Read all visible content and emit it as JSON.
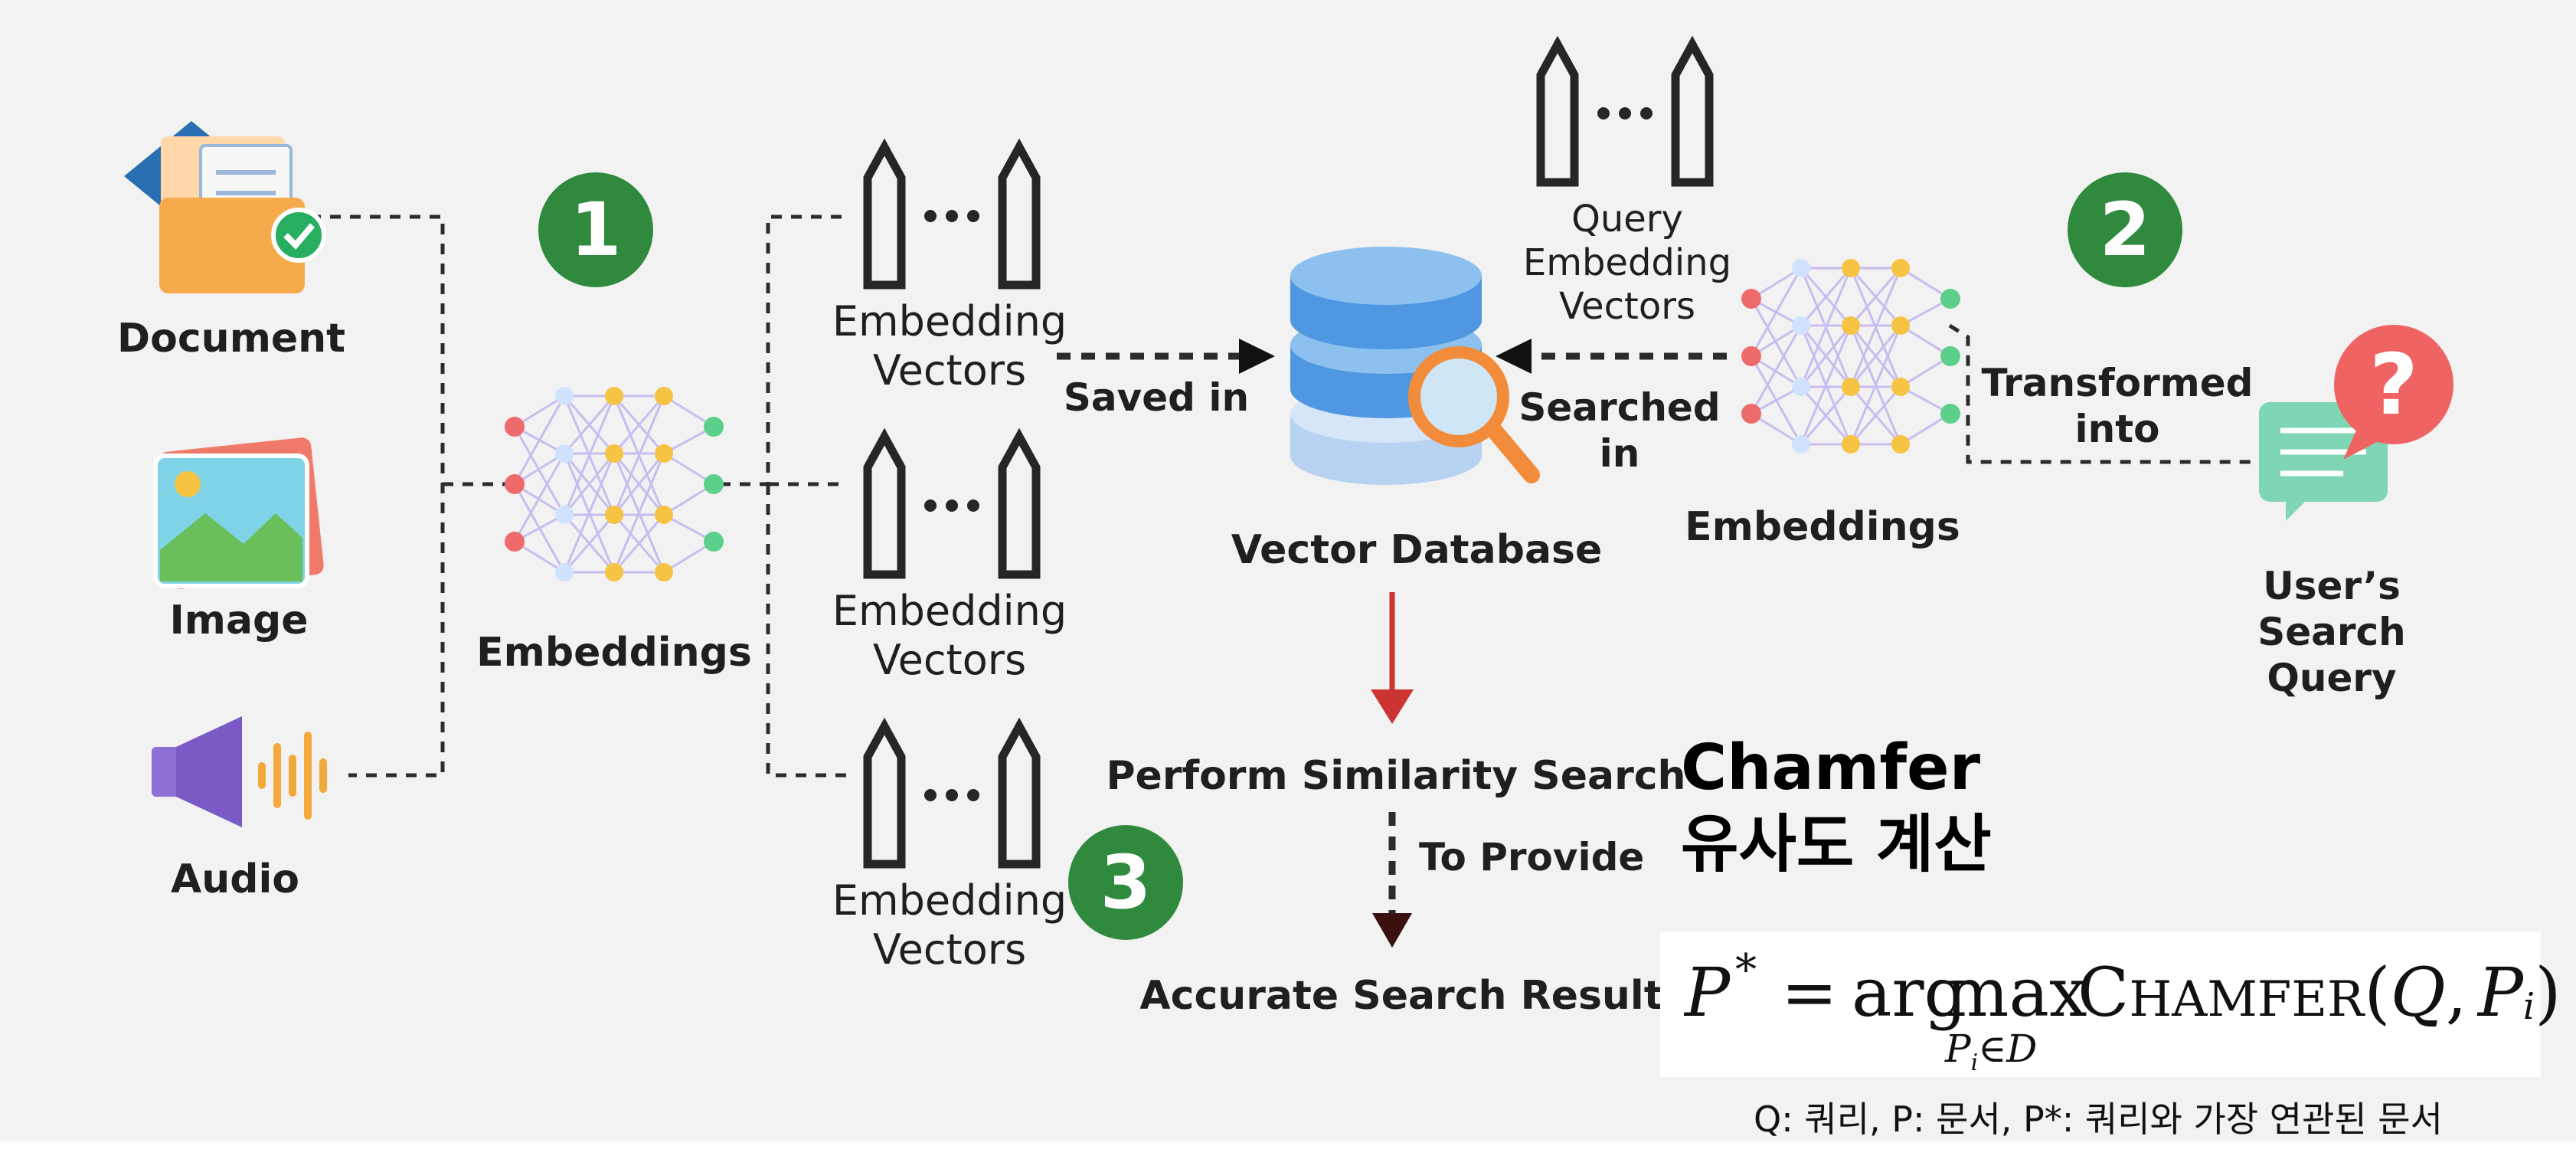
{
  "inputs": {
    "document": "Document",
    "image": "Image",
    "audio": "Audio"
  },
  "steps": {
    "one": "1",
    "two": "2",
    "three": "3"
  },
  "embeddings_left": "Embeddings",
  "embeddings_right": "Embeddings",
  "vectors": {
    "top": [
      "Embedding",
      "Vectors"
    ],
    "middle": [
      "Embedding",
      "Vectors"
    ],
    "bottom": [
      "Embedding",
      "Vectors"
    ]
  },
  "query_vectors": [
    "Query",
    "Embedding",
    "Vectors"
  ],
  "arrows": {
    "saved_in": "Saved in",
    "searched_in": [
      "Searched",
      "in"
    ],
    "transformed_into": [
      "Transformed",
      "into"
    ],
    "to_provide": "To Provide"
  },
  "vector_database": "Vector Database",
  "user_query": [
    "User’s",
    "Search",
    "Query"
  ],
  "similarity_search": "Perform Similarity Search",
  "search_result": "Accurate Search Result",
  "chamfer_title": [
    "Chamfer",
    "유사도 계산"
  ],
  "formula": {
    "lhs": "P",
    "star": "*",
    "equals": "=",
    "argmax_arg": "arg",
    "argmax_max": "max",
    "subscript": "P",
    "subscript_i": "i",
    "subscript_in": "∈",
    "subscript_set": "D",
    "fn_c": "C",
    "fn_rest": "HAMFER",
    "open": "(",
    "q": "Q",
    "comma": ",",
    "p": "P",
    "p_i": "i",
    "close": ")"
  },
  "legend_note": "Q: 쿼리, P: 문서, P*: 쿼리와 가장 연관된 문서",
  "colors": {
    "step_green": "#2f8a3e",
    "arrow_red": "#cc3333",
    "arrow_dark": "#3a1010",
    "db_blue": "#4f97e0",
    "magnifier_orange": "#f28c3a"
  }
}
